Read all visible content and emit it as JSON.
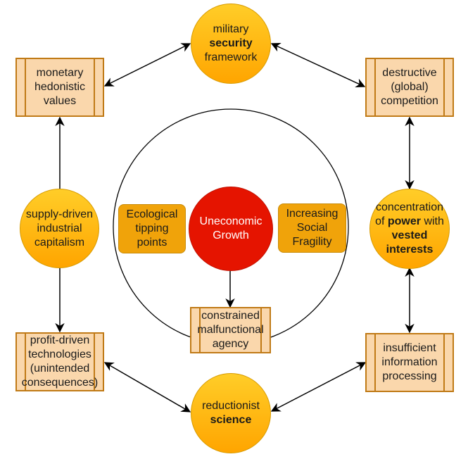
{
  "colors": {
    "circle_gradient_top": "#ffcd28",
    "circle_gradient_bottom": "#ffa500",
    "process_fill": "#fad7ac",
    "process_border": "#c07a16",
    "inner_box_fill": "#f0a30a",
    "core_fill": "#e51400",
    "arrow": "#000000"
  },
  "nodes": {
    "military": {
      "line1": "military",
      "line2": "security",
      "line3": "framework",
      "bold": "security"
    },
    "monetary": {
      "line1": "monetary",
      "line2": "hedonistic",
      "line3": "values"
    },
    "destructive": {
      "line1": "destructive",
      "line2": "(global)",
      "line3": "competition"
    },
    "supply": {
      "line1": "supply-driven",
      "line2": "industrial",
      "line3": "capitalism"
    },
    "power": {
      "line1": "concentration",
      "line2a": "of ",
      "line2b": "power",
      "line2c": " with",
      "line3": "vested",
      "line4": "interests"
    },
    "profit": {
      "line1": "profit-driven",
      "line2": "technologies",
      "line3": "(unintended",
      "line4": "consequences)"
    },
    "insufficient": {
      "line1": "insufficient",
      "line2": "information",
      "line3": "processing"
    },
    "science": {
      "line1": "reductionist",
      "line2": "science"
    },
    "ecological": {
      "line1": "Ecological",
      "line2": "tipping",
      "line3": "points"
    },
    "growth": {
      "line1": "Uneconomic",
      "line2": "Growth"
    },
    "social": {
      "line1": "Increasing",
      "line2": "Social",
      "line3": "Fragility"
    },
    "agency": {
      "line1": "constrained",
      "line2": "malfunctional",
      "line3": "agency"
    }
  },
  "edges": [
    {
      "from": "military",
      "to": "monetary",
      "direction": "both"
    },
    {
      "from": "military",
      "to": "destructive",
      "direction": "both"
    },
    {
      "from": "supply",
      "to": "monetary",
      "direction": "forward"
    },
    {
      "from": "supply",
      "to": "profit",
      "direction": "forward"
    },
    {
      "from": "destructive",
      "to": "power",
      "direction": "both"
    },
    {
      "from": "power",
      "to": "insufficient",
      "direction": "both"
    },
    {
      "from": "profit",
      "to": "science",
      "direction": "both"
    },
    {
      "from": "science",
      "to": "insufficient",
      "direction": "both"
    },
    {
      "from": "growth",
      "to": "agency",
      "direction": "forward"
    }
  ]
}
